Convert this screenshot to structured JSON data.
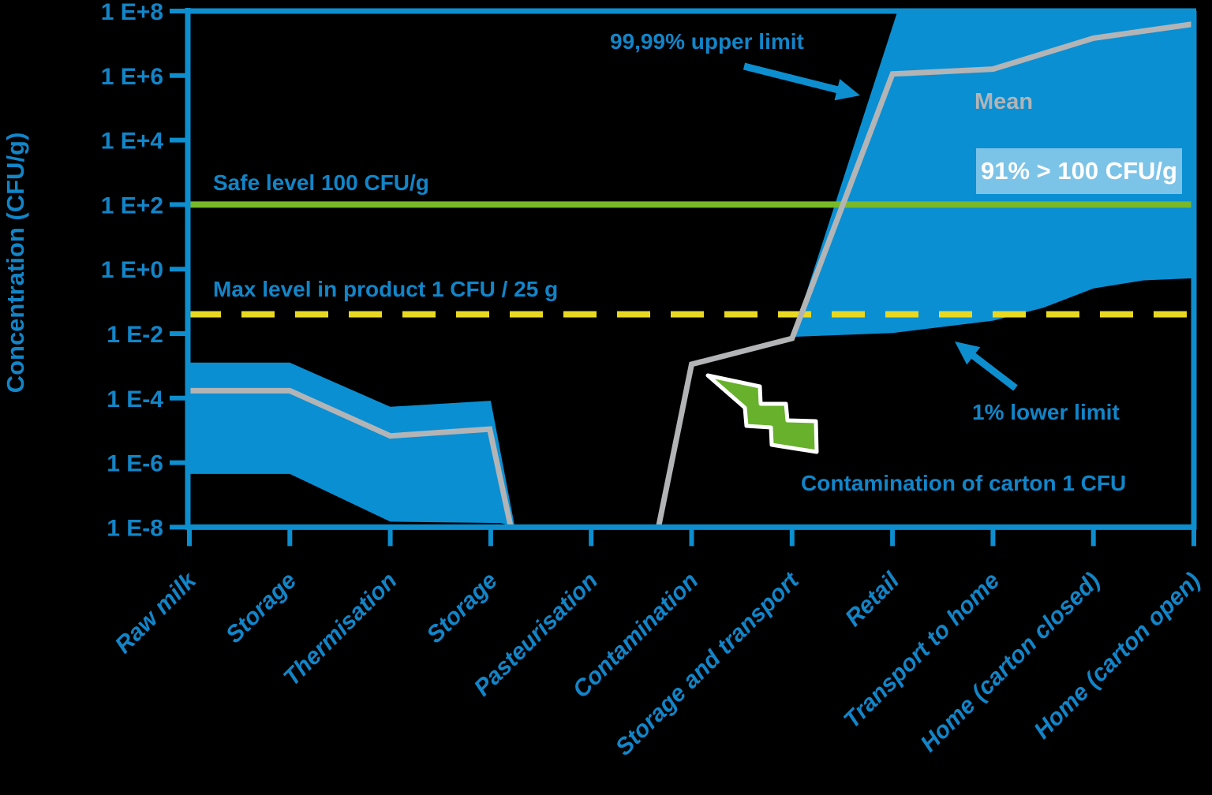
{
  "colors": {
    "background": "#000000",
    "blue": "#0d8ecf",
    "band_blue": "#0a8fd2",
    "text_blue": "#1285c8",
    "gray": "#b3b4b6",
    "green": "#78b829",
    "yellow": "#e8d821",
    "light_blue_box": "#7cc3e8",
    "bolt_green": "#68b12c",
    "white": "#ffffff"
  },
  "y_axis": {
    "title": "Concentration (CFU/g)",
    "ticks": [
      {
        "label": "1 E+8",
        "log10": 8
      },
      {
        "label": "1 E+6",
        "log10": 6
      },
      {
        "label": "1 E+4",
        "log10": 4
      },
      {
        "label": "1 E+2",
        "log10": 2
      },
      {
        "label": "1 E+0",
        "log10": 0
      },
      {
        "label": "1 E-2",
        "log10": -2
      },
      {
        "label": "1 E-4",
        "log10": -4
      },
      {
        "label": "1 E-6",
        "log10": -6
      },
      {
        "label": "1 E-8",
        "log10": -8
      }
    ]
  },
  "x_axis": {
    "categories": [
      "Raw milk",
      "Storage",
      "Thermisation",
      "Storage",
      "Pasteurisation",
      "Contamination",
      "Storage and transport",
      "Retail",
      "Transport to home",
      "Home (carton closed)",
      "Home (carton open)"
    ]
  },
  "annotations": {
    "upper_limit": "99,99% upper limit",
    "mean": "Mean",
    "pct_above_safe": "91% > 100 CFU/g",
    "safe_level": "Safe level 100 CFU/g",
    "max_level": "Max level in product 1 CFU / 25 g",
    "lower_limit": "1% lower limit",
    "contamination": "Contamination of carton 1 CFU"
  },
  "chart_data": {
    "type": "area",
    "title": "",
    "ylabel": "Concentration (CFU/g)",
    "y_scale": "log10",
    "ylim_log10": [
      -8,
      8
    ],
    "grid": false,
    "legend_position": "none",
    "categories": [
      "Raw milk",
      "Storage",
      "Thermisation",
      "Storage",
      "Pasteurisation",
      "Contamination",
      "Storage and transport",
      "Retail",
      "Transport to home",
      "Home (carton closed)",
      "Home (carton open)"
    ],
    "series": [
      {
        "name": "99,99% upper limit",
        "values_log10": [
          -2.9,
          -2.9,
          -4.3,
          -4.1,
          null,
          null,
          -2.0,
          8,
          8,
          8,
          8
        ],
        "note": "clipped at 1E+8 from Retail onward"
      },
      {
        "name": "Mean",
        "values_log10": [
          -3.8,
          -3.8,
          -5.2,
          -5.0,
          null,
          -3.0,
          -2.2,
          6.0,
          6.2,
          7.2,
          7.6
        ]
      },
      {
        "name": "1% lower limit",
        "values_log10": [
          -6.4,
          -6.4,
          -7.8,
          -7.9,
          null,
          null,
          -2.0,
          -2.0,
          -1.6,
          -0.6,
          -0.3
        ]
      }
    ],
    "segments": {
      "band_left": {
        "upper": [
          [
            0,
            -2.9
          ],
          [
            1,
            -2.9
          ],
          [
            2,
            -4.27
          ],
          [
            3,
            -4.08
          ],
          [
            3.24,
            -8
          ]
        ],
        "lower": [
          [
            0,
            -6.35
          ],
          [
            1,
            -6.35
          ],
          [
            2,
            -7.83
          ],
          [
            3.1,
            -7.87
          ],
          [
            3.24,
            -8
          ]
        ]
      },
      "band_right": {
        "upper": [
          [
            6.0,
            -2.1
          ],
          [
            7.05,
            8
          ],
          [
            10,
            8
          ]
        ],
        "lower": [
          [
            6.0,
            -2.1
          ],
          [
            7,
            -1.98
          ],
          [
            8,
            -1.6
          ],
          [
            8.5,
            -1.2
          ],
          [
            9,
            -0.6
          ],
          [
            9.5,
            -0.35
          ],
          [
            10,
            -0.28
          ]
        ]
      },
      "mean_left": [
        [
          0,
          -3.77
        ],
        [
          1,
          -3.77
        ],
        [
          2,
          -5.17
        ],
        [
          2.99,
          -4.96
        ],
        [
          3.2,
          -8
        ]
      ],
      "mean_right": [
        [
          4.67,
          -8
        ],
        [
          5,
          -2.95
        ],
        [
          6,
          -2.15
        ],
        [
          7,
          6.05
        ],
        [
          8,
          6.2
        ],
        [
          9,
          7.16
        ],
        [
          10,
          7.6
        ]
      ]
    },
    "reference_lines": [
      {
        "label": "Safe level 100 CFU/g",
        "value": "100 CFU/g",
        "value_log10": 2,
        "style": "solid",
        "color_key": "green"
      },
      {
        "label": "Max level in product 1 CFU / 25 g",
        "value": "0.04 CFU/g",
        "value_log10": -1.4,
        "style": "dashed",
        "color_key": "yellow"
      }
    ]
  }
}
